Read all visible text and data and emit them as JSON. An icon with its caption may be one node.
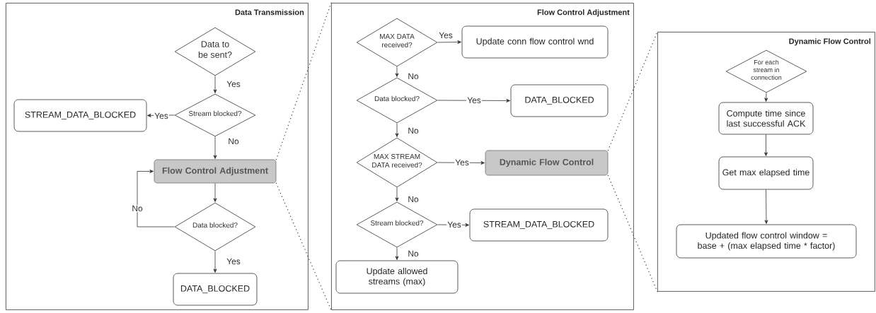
{
  "diagram": {
    "nodes": [
      {
        "text": [
          "Data Transmission"
        ]
      },
      {
        "text": [
          "Data to be sent?"
        ],
        "in": 0
      },
      {
        "text": [
          "Stream blocked?"
        ],
        "in": 0
      },
      {
        "text": [
          "STREAM_DATA_BLOCKED"
        ],
        "in": 0
      },
      {
        "text": [
          "Flow Control Adjustment"
        ],
        "in": 0
      },
      {
        "text": [
          "Data blocked?"
        ],
        "in": 0
      },
      {
        "text": [
          "DATA_BLOCKED"
        ],
        "in": 0
      },
      {
        "text": [
          "Flow Control Adjustment"
        ]
      },
      {
        "text": [
          "MAX DATA received?"
        ],
        "in": 7
      },
      {
        "text": [
          "Update conn flow control wnd"
        ],
        "in": 7
      },
      {
        "text": [
          "Data blocked?"
        ],
        "in": 7
      },
      {
        "text": [
          "DATA_BLOCKED"
        ],
        "in": 7
      },
      {
        "text": [
          "MAX STREAM DATA received?"
        ],
        "in": 7
      },
      {
        "text": [
          "Dynamic Flow Control"
        ],
        "in": 7
      },
      {
        "text": [
          "Stream blocked?"
        ],
        "in": 7
      },
      {
        "text": [
          "STREAM_DATA_BLOCKED"
        ],
        "in": 7
      },
      {
        "text": [
          "Update allowed streams (max)"
        ],
        "in": 7
      },
      {
        "text": [
          "Dynamic Flow Control"
        ]
      },
      {
        "text": [
          "For each stream in connection"
        ],
        "in": 17
      },
      {
        "text": [
          "Compute time since last successful ACK"
        ],
        "in": 17
      },
      {
        "text": [
          "Get max elapsed time"
        ],
        "in": 17
      },
      {
        "text": [
          "Updated flow control window = base + (max elapsed time * factor)"
        ],
        "in": 17
      }
    ],
    "edges": [
      {
        "from": 1,
        "to": 2,
        "arrow": "to",
        "label": "Yes"
      },
      {
        "from": 2,
        "to": 3,
        "arrow": "to",
        "label": "Yes"
      },
      {
        "from": 2,
        "to": 4,
        "arrow": "to",
        "label": "No"
      },
      {
        "from": 4,
        "to": 5,
        "arrow": "to"
      },
      {
        "from": 5,
        "to": 4,
        "arrow": "to",
        "label": "No"
      },
      {
        "from": 5,
        "to": 6,
        "arrow": "to",
        "label": "Yes"
      },
      {
        "from": 8,
        "to": 9,
        "arrow": "to",
        "label": "Yes"
      },
      {
        "from": 8,
        "to": 10,
        "arrow": "to",
        "label": "No"
      },
      {
        "from": 10,
        "to": 11,
        "arrow": "to",
        "label": "Yes"
      },
      {
        "from": 10,
        "to": 12,
        "arrow": "to",
        "label": "No"
      },
      {
        "from": 12,
        "to": 13,
        "arrow": "to",
        "label": "Yes"
      },
      {
        "from": 12,
        "to": 14,
        "arrow": "to",
        "label": "No"
      },
      {
        "from": 14,
        "to": 15,
        "arrow": "to",
        "label": "Yes"
      },
      {
        "from": 14,
        "to": 16,
        "arrow": "to",
        "label": "No"
      },
      {
        "from": 18,
        "to": 19,
        "arrow": "to"
      },
      {
        "from": 19,
        "to": 20,
        "arrow": "to"
      },
      {
        "from": 20,
        "to": 21,
        "arrow": "to"
      },
      {
        "from": 4,
        "to": 7,
        "arrow": "none",
        "style": "dashed"
      },
      {
        "from": 4,
        "to": 7,
        "arrow": "none",
        "style": "dashed"
      },
      {
        "from": 13,
        "to": 17,
        "arrow": "none",
        "style": "dashed"
      },
      {
        "from": 13,
        "to": 17,
        "arrow": "none",
        "style": "dashed"
      }
    ]
  }
}
